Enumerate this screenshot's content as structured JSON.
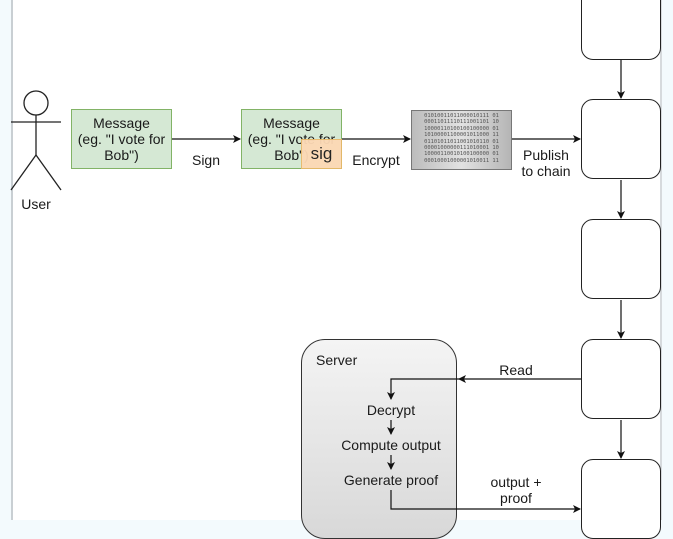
{
  "diagram": {
    "actor": {
      "label": "User"
    },
    "message": {
      "line1": "Message",
      "line2": "(eg. \"I vote for",
      "line3": "Bob\")"
    },
    "signed_message": {
      "line1": "Message",
      "line2": "(eg. \"I vote for",
      "line3": "Bob\")",
      "sig": "sig"
    },
    "encrypted_data": {
      "rows": [
        "01010011011000010111 01",
        "00011011110111001101 10",
        "10000110100100100000 01",
        "10100001100001011000 11",
        "01101011011001010110 01",
        "00001000000111010001 10",
        "10000110010100100000 01",
        "00010001000001010011 11"
      ]
    },
    "edges": {
      "sign": "Sign",
      "encrypt": "Encrypt",
      "publish_line1": "Publish",
      "publish_line2": "to chain",
      "read": "Read",
      "output_line1": "output +",
      "output_line2": "proof"
    },
    "server": {
      "title": "Server",
      "steps": [
        "Decrypt",
        "Compute output",
        "Generate proof"
      ]
    },
    "chain_blocks_visible": 5,
    "colors": {
      "message_fill": "#d5e8d4",
      "message_border": "#82b366",
      "sig_fill": "#fdd9b5",
      "server_fill": "#d8d8d8"
    }
  }
}
